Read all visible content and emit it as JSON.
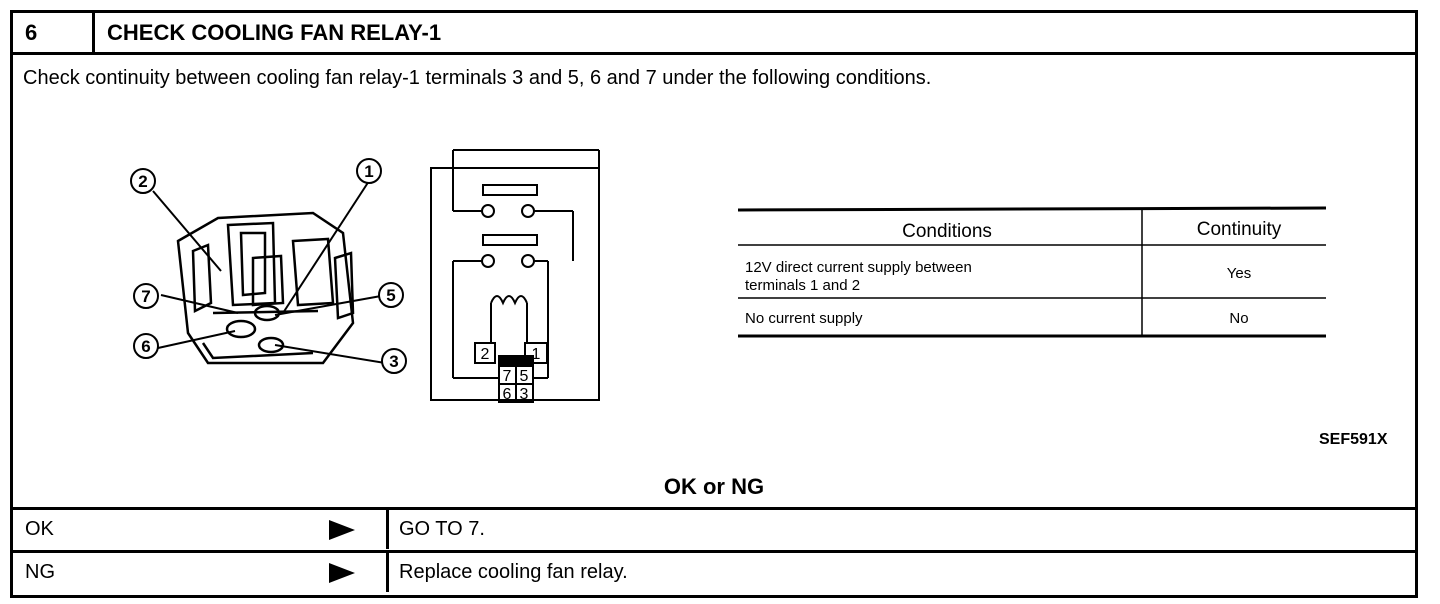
{
  "step": {
    "number": "6",
    "title": "CHECK COOLING FAN RELAY-1"
  },
  "instruction": "Check continuity between cooling fan relay-1 terminals 3 and 5, 6 and 7 under the following conditions.",
  "connector_labels": {
    "t1": "1",
    "t2": "2",
    "t3": "3",
    "t5": "5",
    "t6": "6",
    "t7": "7"
  },
  "schematic_terminals": {
    "a": "2",
    "b": "1",
    "c": "7",
    "d": "5",
    "e": "6",
    "f": "3"
  },
  "table": {
    "headers": {
      "conditions": "Conditions",
      "continuity": "Continuity"
    },
    "rows": [
      {
        "condition_line1": "12V direct current supply between",
        "condition_line2": "terminals 1 and 2",
        "continuity": "Yes"
      },
      {
        "condition_line1": "No current supply",
        "condition_line2": "",
        "continuity": "No"
      }
    ]
  },
  "figure_code": "SEF591X",
  "result_prompt": "OK or NG",
  "results": [
    {
      "key": "OK",
      "action": "GO TO 7."
    },
    {
      "key": "NG",
      "action": "Replace cooling fan relay."
    }
  ]
}
